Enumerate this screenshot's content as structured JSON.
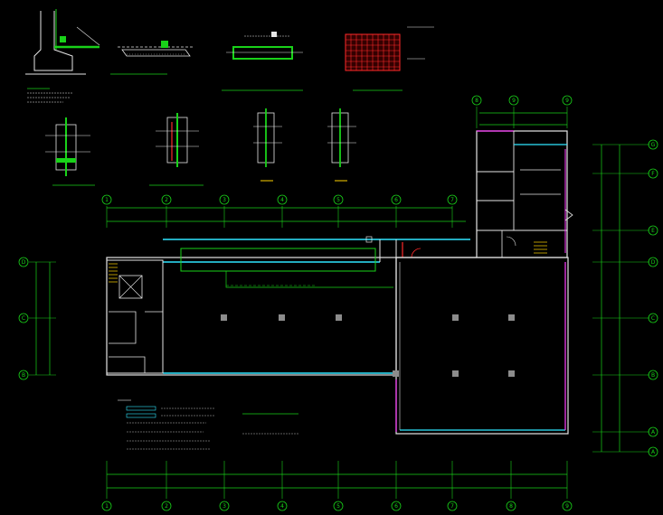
{
  "drawing": {
    "background": "#000000",
    "colors": {
      "grid_green": "#19d219",
      "wall_white": "#e6e6e6",
      "cyan": "#2fe6ff",
      "magenta": "#ff3cff",
      "red": "#ff2a2a",
      "yellow": "#ffd400",
      "grey_column": "#8c8c8c"
    }
  },
  "grid_axes": {
    "numeric_top": [
      "1",
      "2",
      "3",
      "4",
      "5",
      "6",
      "7"
    ],
    "numeric_bottom": [
      "1",
      "2",
      "3",
      "4",
      "5",
      "6",
      "7",
      "8",
      "9"
    ],
    "top_right": [
      "8",
      "9",
      "9"
    ],
    "letters_left": [
      "D",
      "C",
      "B"
    ],
    "letters_right": [
      "G",
      "F",
      "E",
      "D",
      "C",
      "B",
      "A",
      "A"
    ]
  }
}
